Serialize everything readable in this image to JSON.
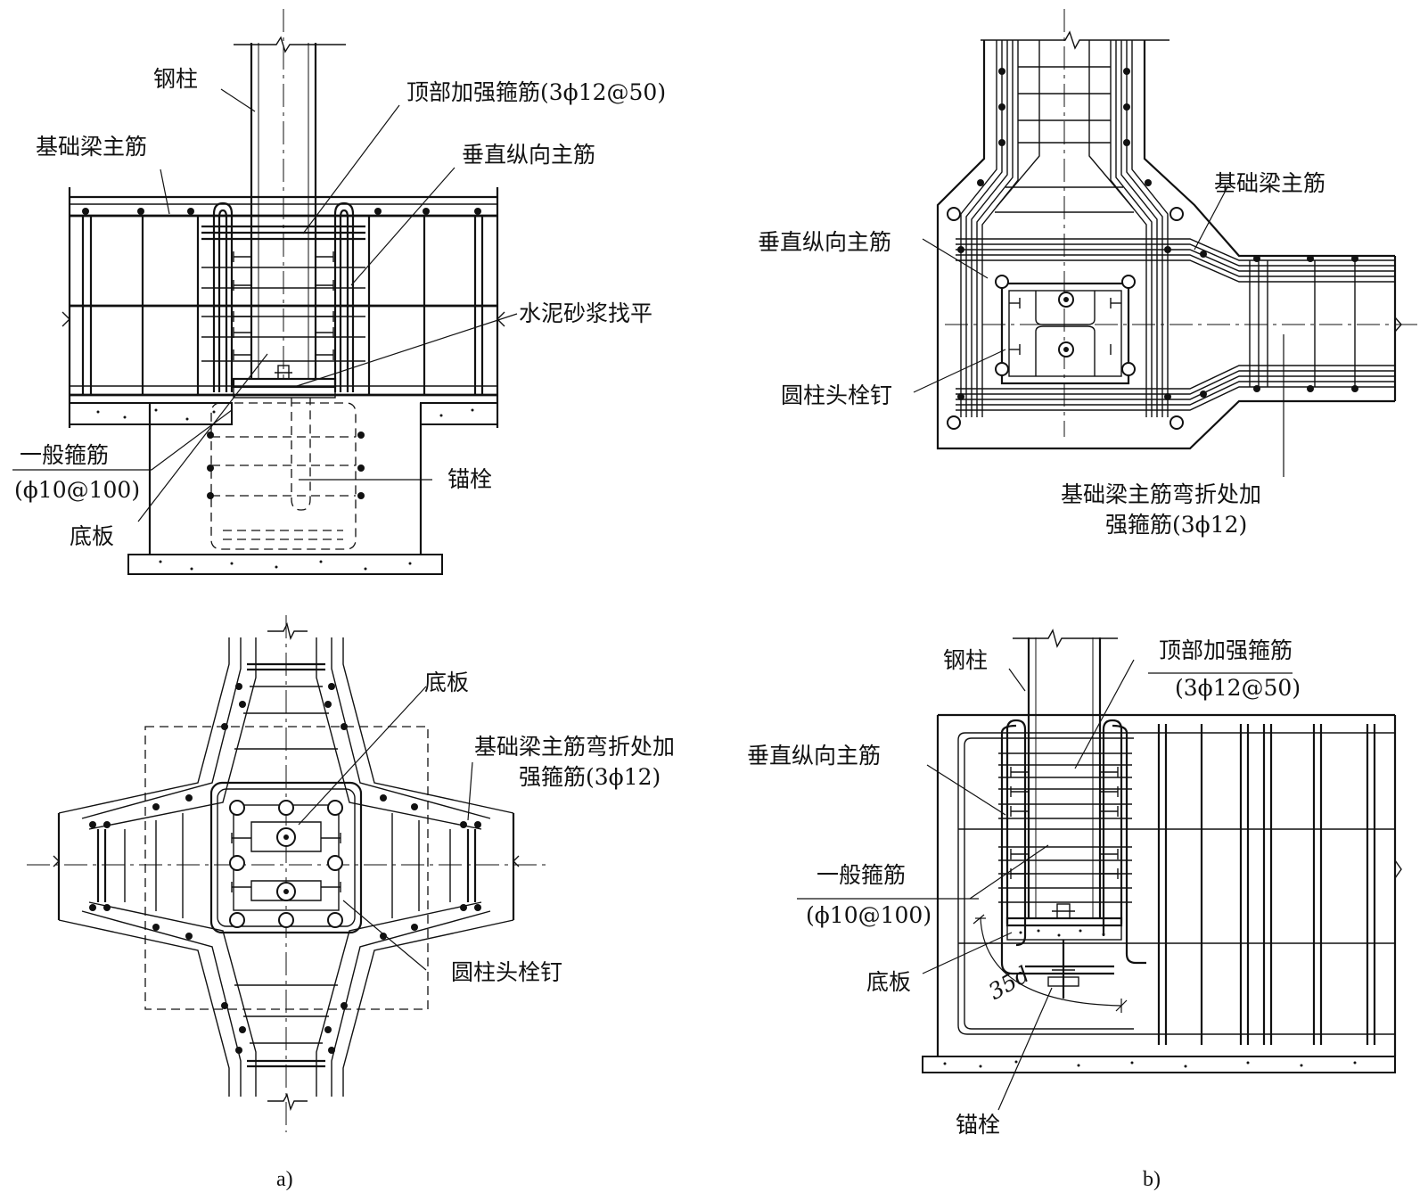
{
  "labels": {
    "a_top_steel_column": "钢柱",
    "a_top_top_stirrup": "顶部加强箍筋(3ϕ12@50)",
    "a_top_beam_main": "基础梁主筋",
    "a_top_vertical_rebar": "垂直纵向主筋",
    "a_top_mortar": "水泥砂浆找平",
    "a_top_stirrup": "一般箍筋",
    "a_top_stirrup_spec": "(ϕ10@100)",
    "a_top_anchor": "锚栓",
    "a_top_baseplate": "底板",
    "a_bot_baseplate": "底板",
    "a_bot_bend_stirrup_1": "基础梁主筋弯折处加",
    "a_bot_bend_stirrup_2": "强箍筋(3ϕ12)",
    "a_bot_stud": "圆柱头栓钉",
    "b_top_beam_main": "基础梁主筋",
    "b_top_vertical_rebar": "垂直纵向主筋",
    "b_top_stud": "圆柱头栓钉",
    "b_top_bend_stirrup_1": "基础梁主筋弯折处加",
    "b_top_bend_stirrup_2": "强箍筋(3ϕ12)",
    "b_bot_steel_column": "钢柱",
    "b_bot_top_stirrup": "顶部加强箍筋",
    "b_bot_top_stirrup_spec": "(3ϕ12@50)",
    "b_bot_vertical_rebar": "垂直纵向主筋",
    "b_bot_stirrup": "一般箍筋",
    "b_bot_stirrup_spec": "(ϕ10@100)",
    "b_bot_baseplate": "底板",
    "b_bot_anchorage_len": "35d",
    "b_bot_anchor": "锚栓"
  },
  "captions": {
    "a": "a)",
    "b": "b)"
  }
}
